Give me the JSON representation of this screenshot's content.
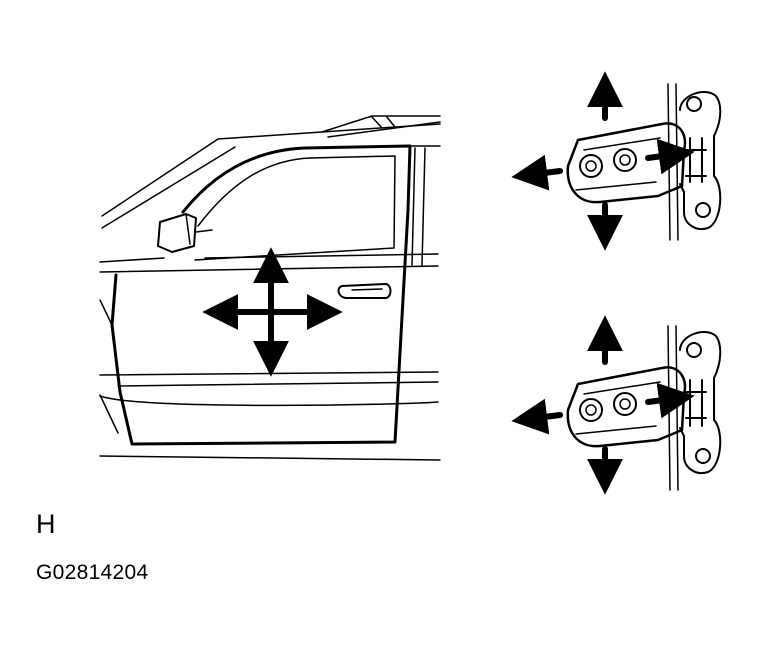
{
  "diagram": {
    "view_label": "H",
    "figure_code": "G02814204",
    "icons": {
      "door_arrows": "four-way-move-arrows",
      "hinge_arrows": "hinge-adjust-arrows"
    }
  }
}
